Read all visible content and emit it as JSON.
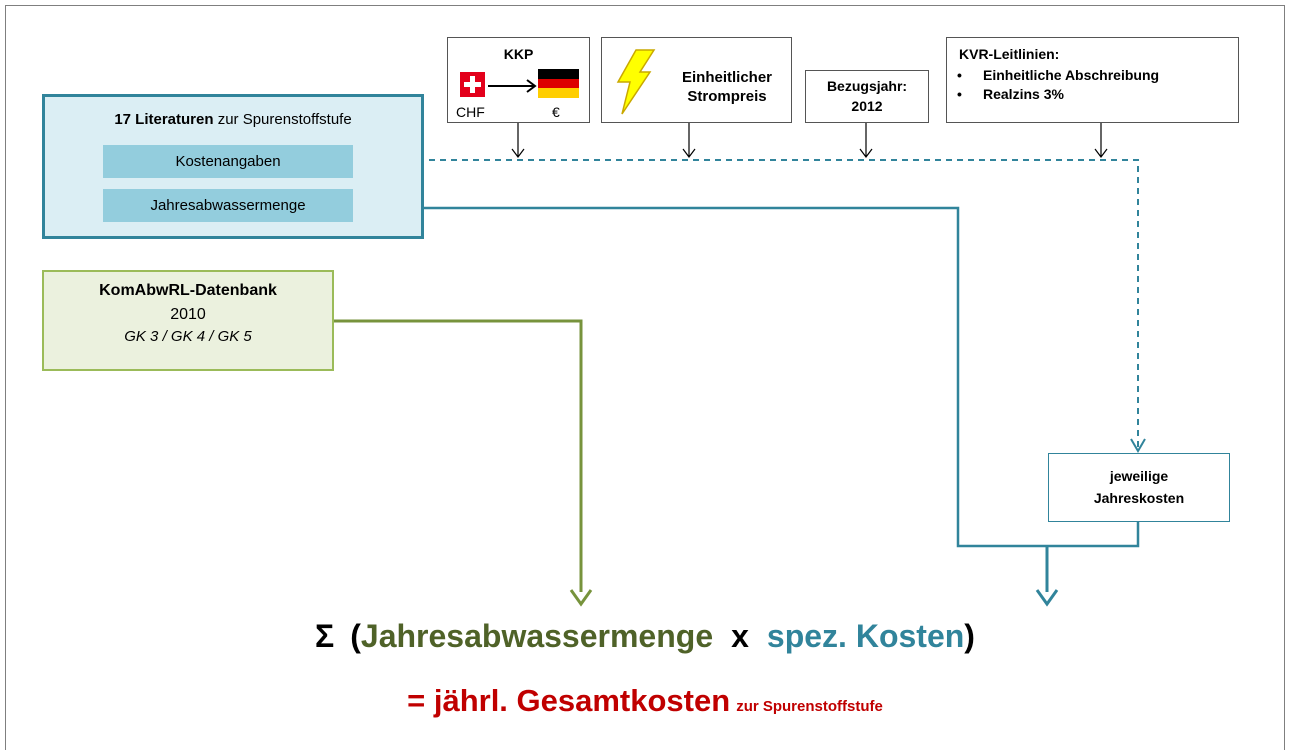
{
  "factors": {
    "kkp": {
      "title": "KKP",
      "from": "CHF",
      "to": "€"
    },
    "strom": {
      "text": "Einheitlicher Strompreis"
    },
    "bezug": {
      "label": "Bezugsjahr:",
      "year": "2012"
    },
    "kvr": {
      "title": "KVR-Leitlinien:",
      "items": [
        "Einheitliche Abschreibung",
        "Realzins 3%"
      ]
    }
  },
  "literature": {
    "count": "17 Literaturen",
    "title_rest": " zur Spurenstoffstufe",
    "items": [
      "Kostenangaben",
      "Jahresabwassermenge"
    ]
  },
  "database": {
    "title": "KomAbwRL-Datenbank",
    "year": "2010",
    "classes": "GK 3 / GK 4 / GK 5"
  },
  "annual_costs": {
    "line1": "jeweilige",
    "line2": "Jahreskosten"
  },
  "formula": {
    "sigma": "Σ",
    "open": "(",
    "wastewater": "Jahresabwassermenge",
    "times": "x",
    "specific_costs": "spez. Kosten",
    "close": ")"
  },
  "result": {
    "main": "= jährl. Gesamtkosten",
    "sub": "zur Spurenstoffstufe"
  },
  "colors": {
    "teal": "#31849b",
    "teal_light": "#dbeef4",
    "teal_item": "#93cddd",
    "olive": "#77933c",
    "olive_text": "#4f6228",
    "green_border": "#9bbb59",
    "red": "#c00000"
  },
  "icons": {
    "swiss_flag": "swiss-flag-icon",
    "german_flag": "german-flag-icon",
    "lightning": "lightning-bolt-icon"
  }
}
